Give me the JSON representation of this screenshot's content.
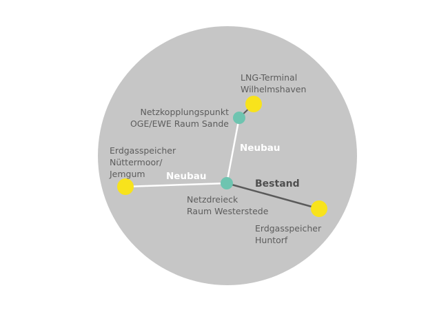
{
  "colors": {
    "circle": "#c6c6c6",
    "new_line": "#ffffff",
    "existing_line": "#5a5a5a",
    "storage_node": "#f8e31c",
    "grid_node": "#6ec4b0",
    "label_text": "#5c5c5c"
  },
  "nodes": {
    "lng_terminal": {
      "line1": "LNG-Terminal",
      "line2": "Wilhelmshaven"
    },
    "coupling_point": {
      "line1": "Netzkopplungspunkt",
      "line2": "OGE/EWE Raum Sande"
    },
    "storage_nuettermoor": {
      "line1": "Erdgasspeicher",
      "line2": "Nüttermoor/",
      "line3": "Jemgum"
    },
    "grid_triangle": {
      "line1": "Netzdreieck",
      "line2": "Raum Westerstede"
    },
    "storage_huntorf": {
      "line1": "Erdgasspeicher",
      "line2": "Huntorf"
    }
  },
  "segments": {
    "new_vertical": "Neubau",
    "new_horizontal": "Neubau",
    "existing": "Bestand"
  }
}
